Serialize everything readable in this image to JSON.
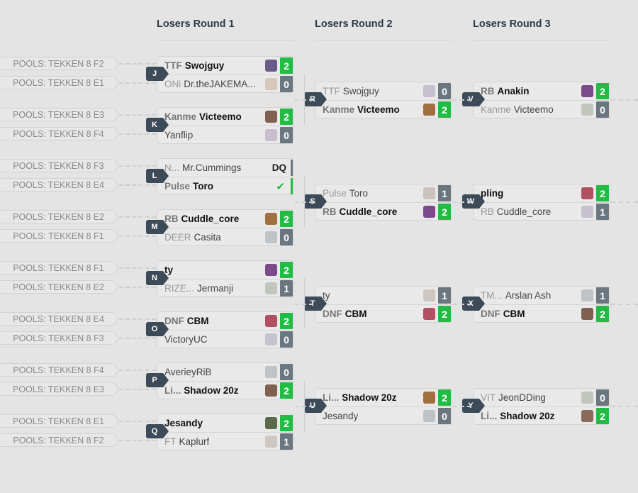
{
  "rounds": [
    "Losers Round 1",
    "Losers Round 2",
    "Losers Round 3"
  ],
  "pools": [
    "POOLS: TEKKEN 8 F2",
    "POOLS: TEKKEN 8 E1",
    "POOLS: TEKKEN 8 E3",
    "POOLS: TEKKEN 8 F4",
    "POOLS: TEKKEN 8 F3",
    "POOLS: TEKKEN 8 E4",
    "POOLS: TEKKEN 8 E2",
    "POOLS: TEKKEN 8 F1",
    "POOLS: TEKKEN 8 F1",
    "POOLS: TEKKEN 8 E2",
    "POOLS: TEKKEN 8 E4",
    "POOLS: TEKKEN 8 F3",
    "POOLS: TEKKEN 8 F4",
    "POOLS: TEKKEN 8 E3",
    "POOLS: TEKKEN 8 E1",
    "POOLS: TEKKEN 8 F2"
  ],
  "matches": {
    "J": {
      "id": "J",
      "p1": {
        "tag": "TTF",
        "name": "Swojguy",
        "score": "2",
        "win": true
      },
      "p2": {
        "tag": "ONi",
        "name": "Dr.theJAKEMA...",
        "score": "0",
        "win": false
      }
    },
    "K": {
      "id": "K",
      "p1": {
        "tag": "Kanme",
        "name": "Victeemo",
        "score": "2",
        "win": true
      },
      "p2": {
        "tag": "",
        "name": "Yanflip",
        "score": "0",
        "win": false
      }
    },
    "L": {
      "id": "L",
      "p1": {
        "tag": "N...",
        "name": "Mr.Cummings",
        "score": "DQ",
        "win": false
      },
      "p2": {
        "tag": "Pulse",
        "name": "Toro",
        "score": "✔",
        "win": true
      }
    },
    "M": {
      "id": "M",
      "p1": {
        "tag": "RB",
        "name": "Cuddle_core",
        "score": "2",
        "win": true
      },
      "p2": {
        "tag": "DEER",
        "name": "Casita",
        "score": "0",
        "win": false
      }
    },
    "N": {
      "id": "N",
      "p1": {
        "tag": "",
        "name": "ty",
        "score": "2",
        "win": true
      },
      "p2": {
        "tag": "RIZE...",
        "name": "Jermanji",
        "score": "1",
        "win": false
      }
    },
    "O": {
      "id": "O",
      "p1": {
        "tag": "DNF",
        "name": "CBM",
        "score": "2",
        "win": true
      },
      "p2": {
        "tag": "",
        "name": "VictoryUC",
        "score": "0",
        "win": false
      }
    },
    "P": {
      "id": "P",
      "p1": {
        "tag": "",
        "name": "AverieyRiB",
        "score": "0",
        "win": false
      },
      "p2": {
        "tag": "Li...",
        "name": "Shadow 20z",
        "score": "2",
        "win": true
      }
    },
    "Q": {
      "id": "Q",
      "p1": {
        "tag": "",
        "name": "Jesandy",
        "score": "2",
        "win": true
      },
      "p2": {
        "tag": "FT",
        "name": "Kaplurf",
        "score": "1",
        "win": false
      }
    },
    "R": {
      "id": "R",
      "p1": {
        "tag": "TTF",
        "name": "Swojguy",
        "score": "0",
        "win": false
      },
      "p2": {
        "tag": "Kanme",
        "name": "Victeemo",
        "score": "2",
        "win": true
      }
    },
    "S": {
      "id": "S",
      "p1": {
        "tag": "Pulse",
        "name": "Toro",
        "score": "1",
        "win": false
      },
      "p2": {
        "tag": "RB",
        "name": "Cuddle_core",
        "score": "2",
        "win": true
      }
    },
    "T": {
      "id": "T",
      "p1": {
        "tag": "",
        "name": "ty",
        "score": "1",
        "win": false
      },
      "p2": {
        "tag": "DNF",
        "name": "CBM",
        "score": "2",
        "win": true
      }
    },
    "U": {
      "id": "U",
      "p1": {
        "tag": "Li...",
        "name": "Shadow 20z",
        "score": "2",
        "win": true
      },
      "p2": {
        "tag": "",
        "name": "Jesandy",
        "score": "0",
        "win": false
      }
    },
    "V": {
      "id": "V",
      "p1": {
        "tag": "RB",
        "name": "Anakin",
        "score": "2",
        "win": true
      },
      "p2": {
        "tag": "Kanme",
        "name": "Victeemo",
        "score": "0",
        "win": false
      }
    },
    "W": {
      "id": "W",
      "p1": {
        "tag": "",
        "name": "pling",
        "score": "2",
        "win": true
      },
      "p2": {
        "tag": "RB",
        "name": "Cuddle_core",
        "score": "1",
        "win": false
      }
    },
    "X": {
      "id": "X",
      "p1": {
        "tag": "TM...",
        "name": "Arslan Ash",
        "score": "1",
        "win": false
      },
      "p2": {
        "tag": "DNF",
        "name": "CBM",
        "score": "2",
        "win": true
      }
    },
    "Y": {
      "id": "Y",
      "p1": {
        "tag": "VIT",
        "name": "JeonDDing",
        "score": "0",
        "win": false
      },
      "p2": {
        "tag": "Li...",
        "name": "Shadow 20z",
        "score": "2",
        "win": true
      }
    }
  },
  "colors": {
    "win": "#22bb44",
    "loss": "#6a7680",
    "badge": "#3d4a57"
  }
}
